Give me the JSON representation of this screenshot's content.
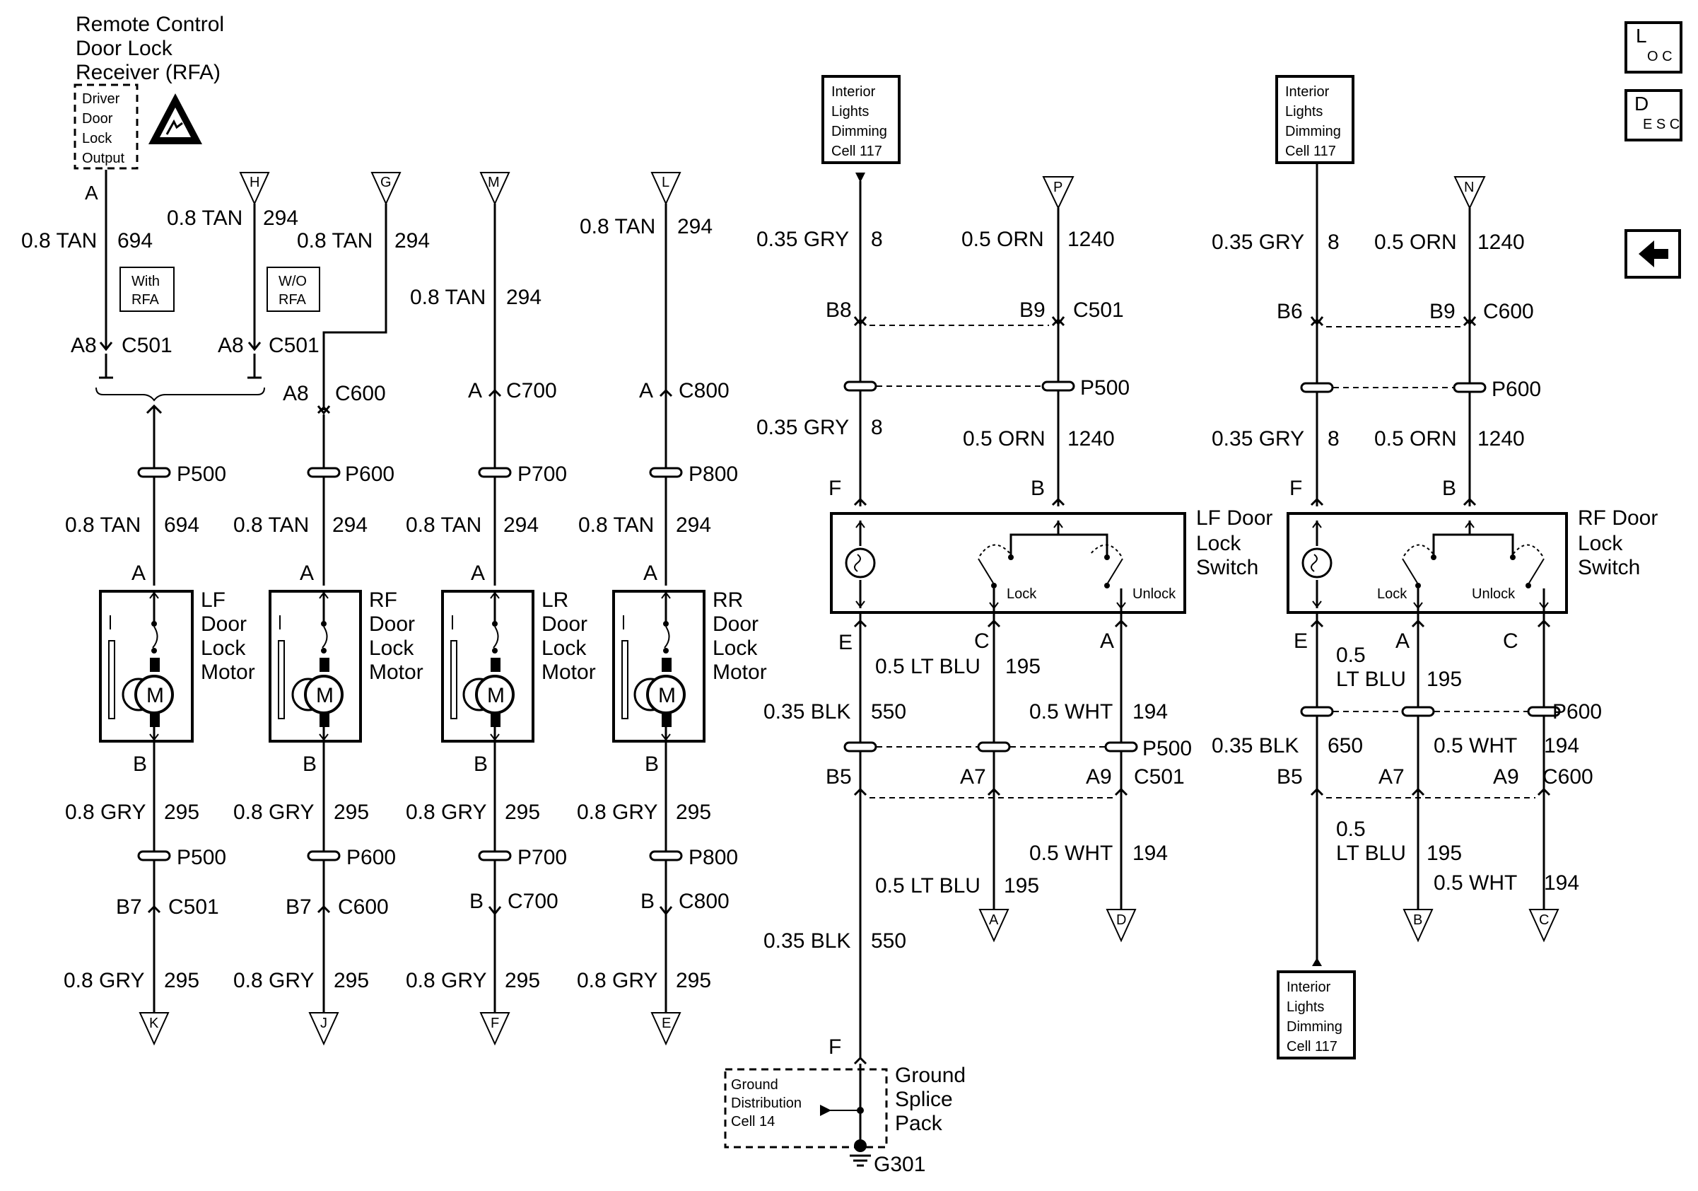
{
  "rfa_receiver": {
    "title_line1": "Remote Control",
    "title_line2": "Door Lock",
    "title_line3": "Receiver (RFA)",
    "output_line1": "Driver",
    "output_line2": "Door",
    "output_line3": "Lock",
    "output_line4": "Output",
    "pin": "A"
  },
  "nav": {
    "loc_line1": "L",
    "loc_line2": "O C",
    "desc_line1": "D",
    "desc_line2": "E S C"
  },
  "options": {
    "with_rfa_line1": "With",
    "with_rfa_line2": "RFA",
    "without_rfa_line1": "W/O",
    "without_rfa_line2": "RFA"
  },
  "flags": {
    "h": "H",
    "g": "G",
    "m": "M",
    "l": "L",
    "p": "P",
    "n": "N",
    "k": "K",
    "j": "J",
    "f": "F",
    "e": "E",
    "a": "A",
    "d": "D",
    "b": "B",
    "c": "C"
  },
  "wires": {
    "tan_08": "0.8 TAN",
    "gry_08": "0.8 GRY",
    "gry_035": "0.35 GRY",
    "orn_05": "0.5 ORN",
    "blk_035": "0.35 BLK",
    "ltblu_05": "0.5 LT BLU",
    "ltblu_05_a": "0.5",
    "ltblu_05_b": "LT BLU",
    "wht_05": "0.5 WHT",
    "c694": "694",
    "c294": "294",
    "c295": "295",
    "c8": "8",
    "c1240": "1240",
    "c550": "550",
    "c650": "650",
    "c195": "195",
    "c194": "194"
  },
  "connectors": {
    "c501": "C501",
    "c600": "C600",
    "c700": "C700",
    "c800": "C800",
    "p500": "P500",
    "p600": "P600",
    "p700": "P700",
    "p800": "P800",
    "a8": "A8",
    "a": "A",
    "b": "B",
    "b7": "B7",
    "b8": "B8",
    "b9": "B9",
    "b6": "B6",
    "b5": "B5",
    "a7": "A7",
    "a9": "A9",
    "e": "E",
    "f": "F",
    "c": "C"
  },
  "motors": {
    "lf": [
      "LF",
      "Door",
      "Lock",
      "Motor"
    ],
    "rf": [
      "RF",
      "Door",
      "Lock",
      "Motor"
    ],
    "lr": [
      "LR",
      "Door",
      "Lock",
      "Motor"
    ],
    "rr": [
      "RR",
      "Door",
      "Lock",
      "Motor"
    ],
    "symbol": "M"
  },
  "switches": {
    "lf": [
      "LF Door",
      "Lock",
      "Switch"
    ],
    "rf": [
      "RF Door",
      "Lock",
      "Switch"
    ],
    "lock": "Lock",
    "unlock": "Unlock"
  },
  "dimming": [
    "Interior",
    "Lights",
    "Dimming",
    "Cell 117"
  ],
  "ground": {
    "distribution": [
      "Ground",
      "Distribution",
      "Cell 14"
    ],
    "splice": [
      "Ground",
      "Splice",
      "Pack"
    ],
    "g301": "G301"
  }
}
